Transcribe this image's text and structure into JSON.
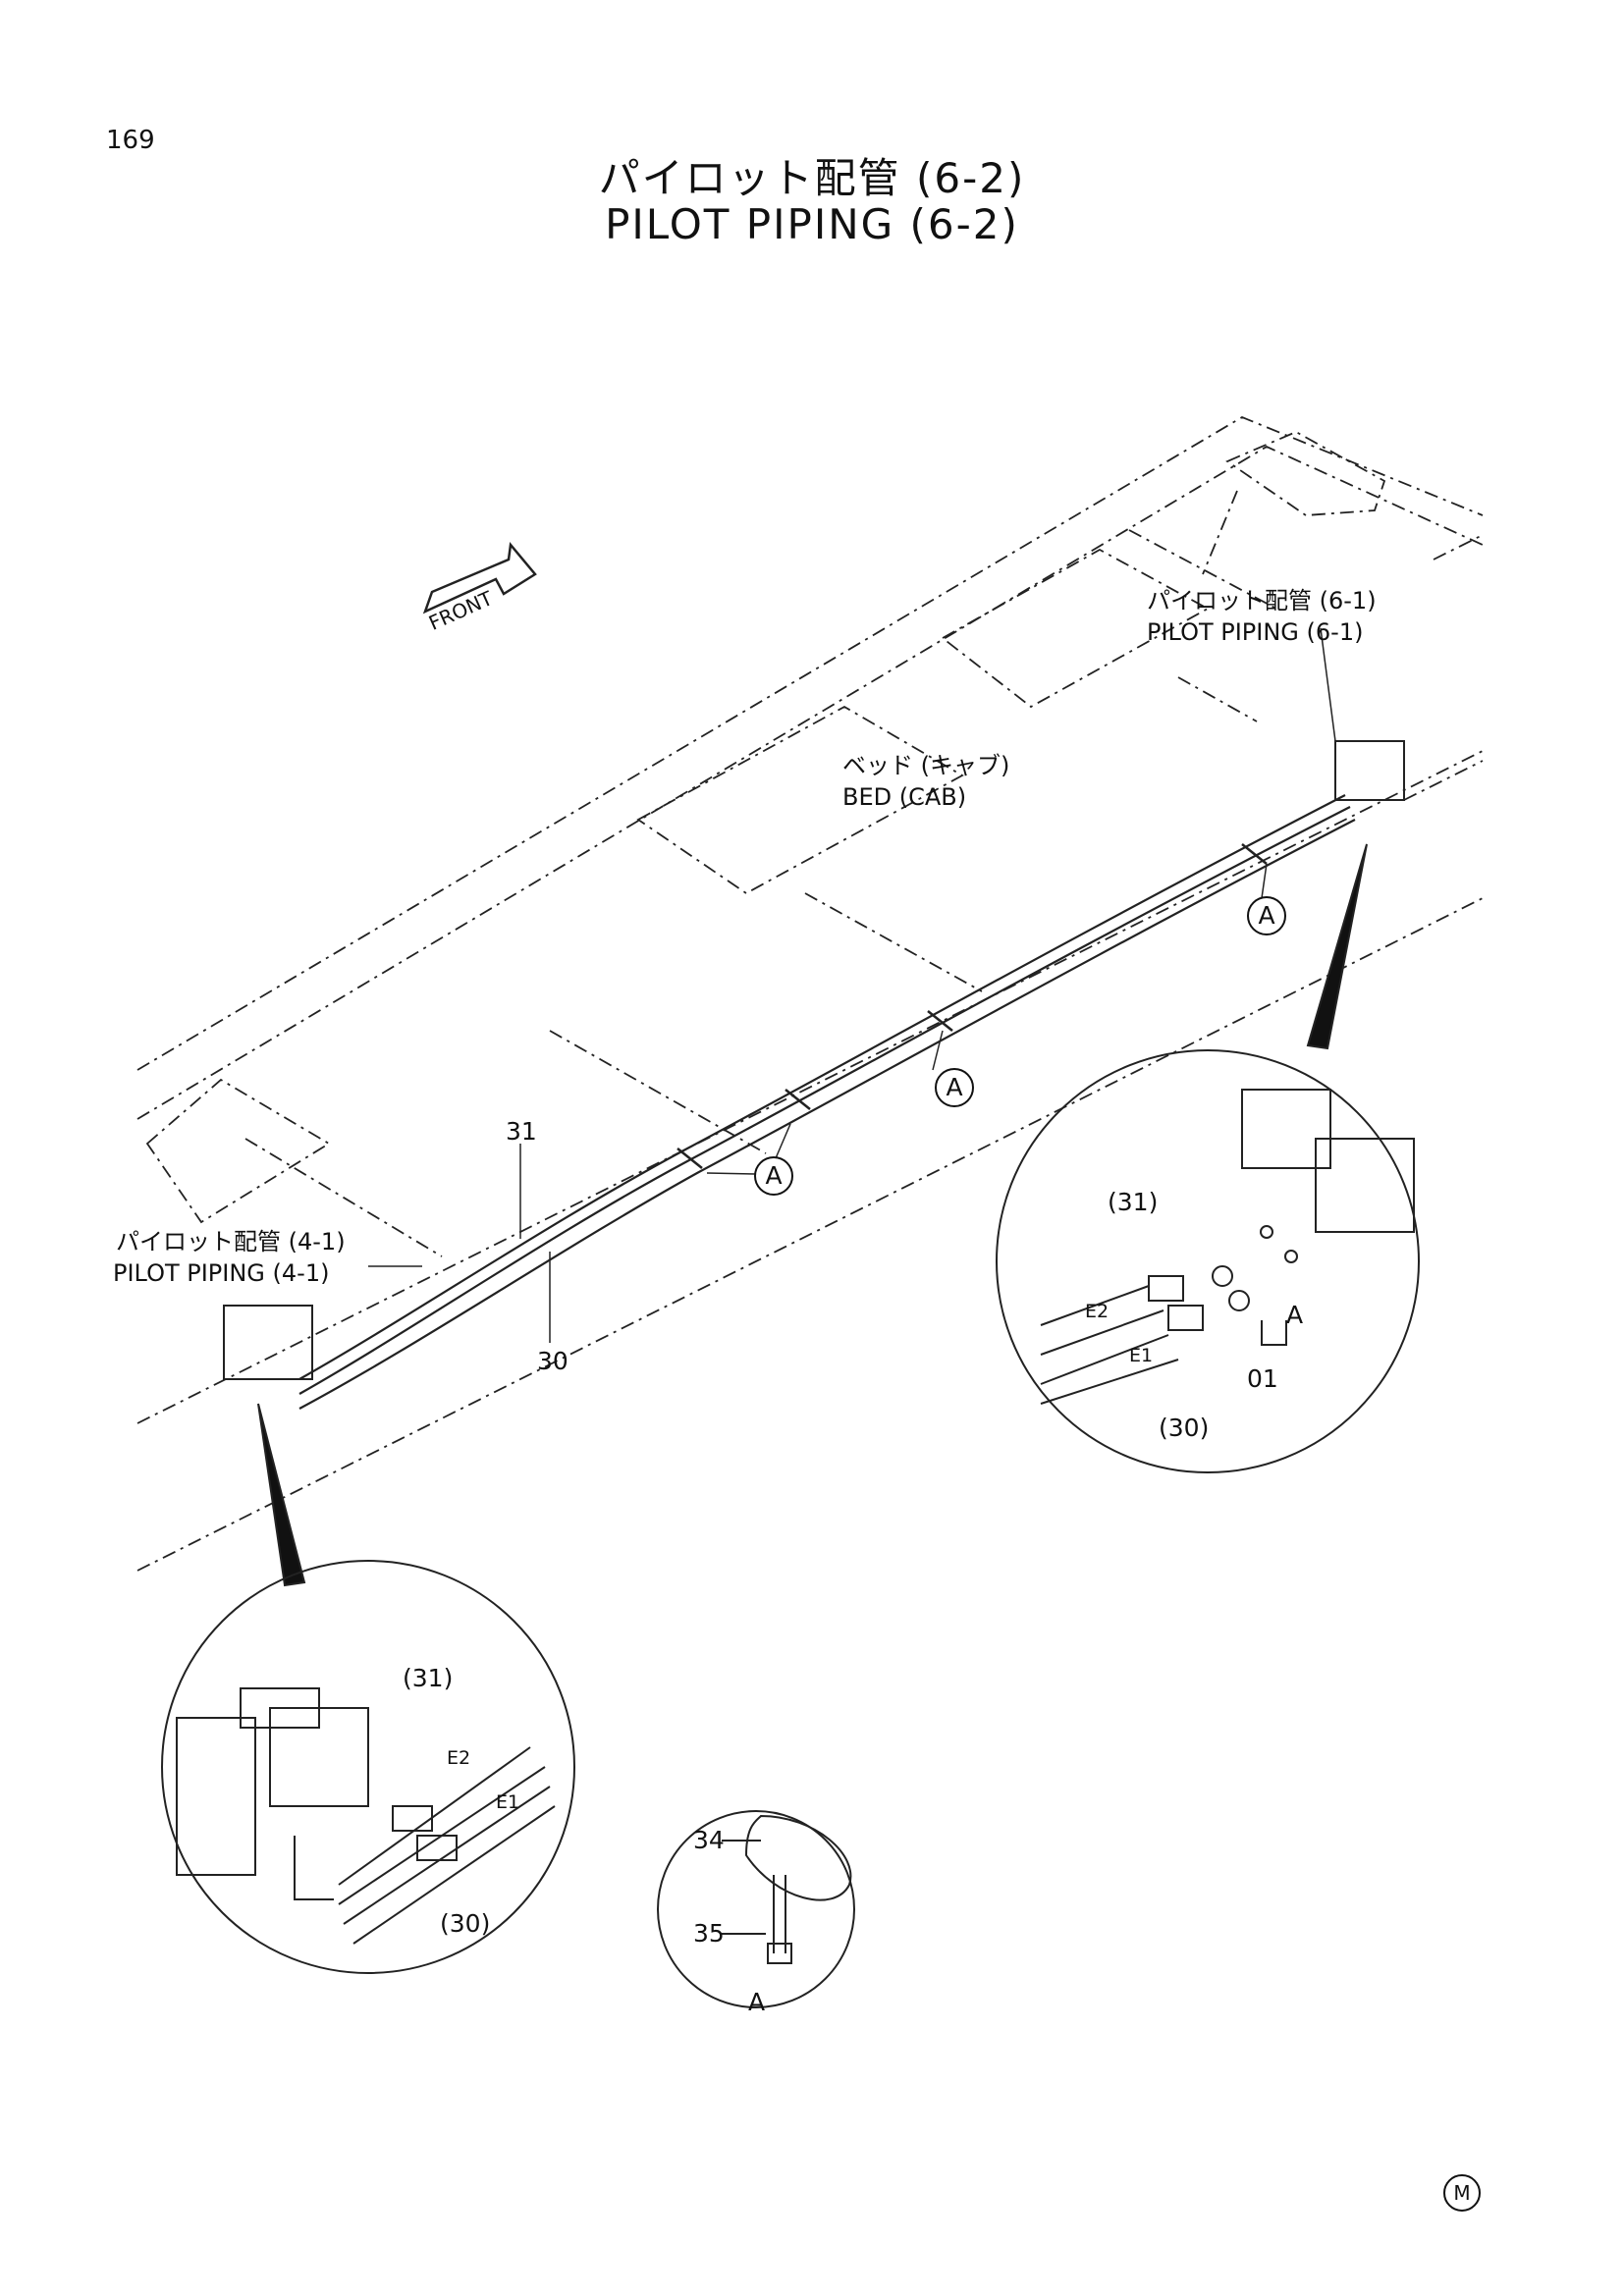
{
  "page_number": "169",
  "title": {
    "jp": "パイロット配管 (6-2)",
    "en": "PILOT PIPING (6-2)"
  },
  "labels": {
    "front": "FRONT",
    "bed_jp": "ベッド (キャブ)",
    "bed_en": "BED (CAB)",
    "pilot61_jp": "パイロット配管 (6-1)",
    "pilot61_en": "PILOT PIPING (6-1)",
    "pilot41_jp": "パイロット配管 (4-1)",
    "pilot41_en": "PILOT PIPING (4-1)"
  },
  "callouts": {
    "p31": "31",
    "p30": "30",
    "clampA": "A",
    "detail_right": {
      "p31": "(31)",
      "p30": "(30)",
      "e2": "E2",
      "e1": "E1",
      "a": "A",
      "p01": "01"
    },
    "detail_left": {
      "p31": "(31)",
      "p30": "(30)",
      "e2": "E2",
      "e1": "E1"
    },
    "detail_a": {
      "p34": "34",
      "p35": "35",
      "a": "A"
    }
  },
  "mark": "M"
}
